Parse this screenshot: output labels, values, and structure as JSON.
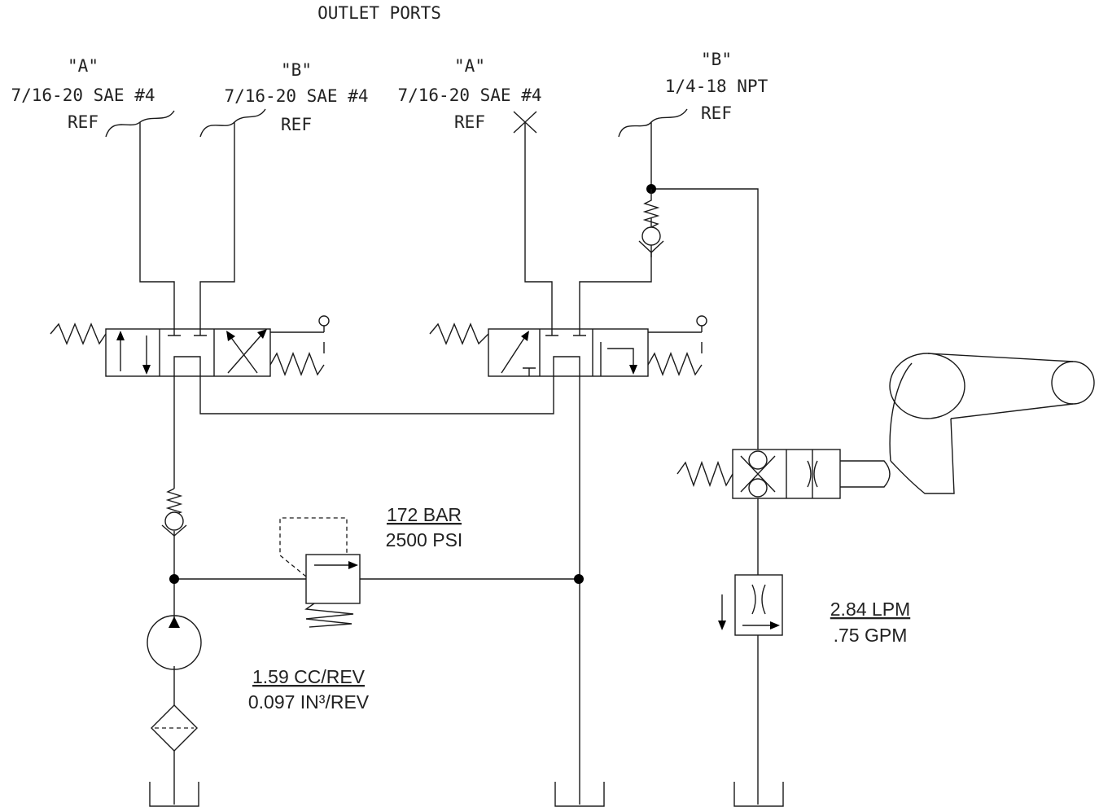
{
  "title": "OUTLET PORTS",
  "ports": [
    {
      "letter": "\"A\"",
      "thread": "7/16-20 SAE #4",
      "ref": "REF"
    },
    {
      "letter": "\"B\"",
      "thread": "7/16-20 SAE #4",
      "ref": "REF"
    },
    {
      "letter": "\"A\"",
      "thread": "7/16-20 SAE #4",
      "ref": "REF"
    },
    {
      "letter": "\"B\"",
      "thread": "1/4-18 NPT",
      "ref": "REF"
    }
  ],
  "relief_valve": {
    "bar": "172 BAR",
    "psi": "2500 PSI"
  },
  "pump": {
    "metric": "1.59 CC/REV",
    "imperial": "0.097 IN³/REV"
  },
  "flow_control": {
    "metric": "2.84 LPM",
    "imperial": ".75 GPM"
  }
}
